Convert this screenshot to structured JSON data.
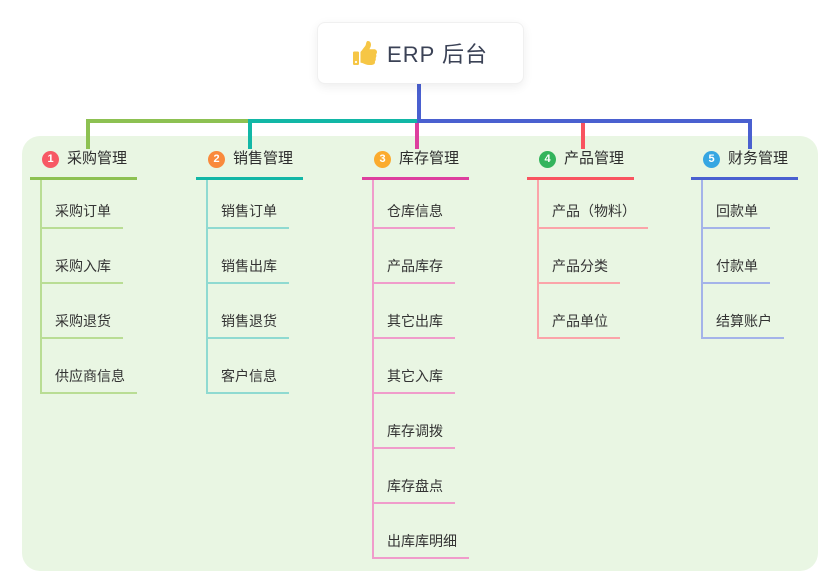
{
  "root": {
    "title": "ERP 后台",
    "icon": "thumbs-up-icon",
    "icon_color": "#f6c645",
    "stem_color": "#4a60d0"
  },
  "panel": {
    "background": "#e9f6e3"
  },
  "branches": [
    {
      "index": "1",
      "label": "采购管理",
      "color": "#8dc152",
      "child_line_color": "#b9dd94",
      "badge_color": "#f75965",
      "children": [
        "采购订单",
        "采购入库",
        "采购退货",
        "供应商信息"
      ]
    },
    {
      "index": "2",
      "label": "销售管理",
      "color": "#12b7a6",
      "child_line_color": "#8fdad1",
      "badge_color": "#f98a3c",
      "children": [
        "销售订单",
        "销售出库",
        "销售退货",
        "客户信息"
      ]
    },
    {
      "index": "3",
      "label": "库存管理",
      "color": "#dd3f9e",
      "child_line_color": "#f09ccb",
      "badge_color": "#fbab2e",
      "children": [
        "仓库信息",
        "产品库存",
        "其它出库",
        "其它入库",
        "库存调拨",
        "库存盘点",
        "出库库明细"
      ]
    },
    {
      "index": "4",
      "label": "产品管理",
      "color": "#f95460",
      "child_line_color": "#fba4a9",
      "badge_color": "#33b45c",
      "children": [
        "产品（物料）",
        "产品分类",
        "产品单位"
      ]
    },
    {
      "index": "5",
      "label": "财务管理",
      "color": "#4a60d0",
      "child_line_color": "#a4b3e9",
      "badge_color": "#36a6e2",
      "children": [
        "回款单",
        "付款单",
        "结算账户"
      ]
    }
  ]
}
